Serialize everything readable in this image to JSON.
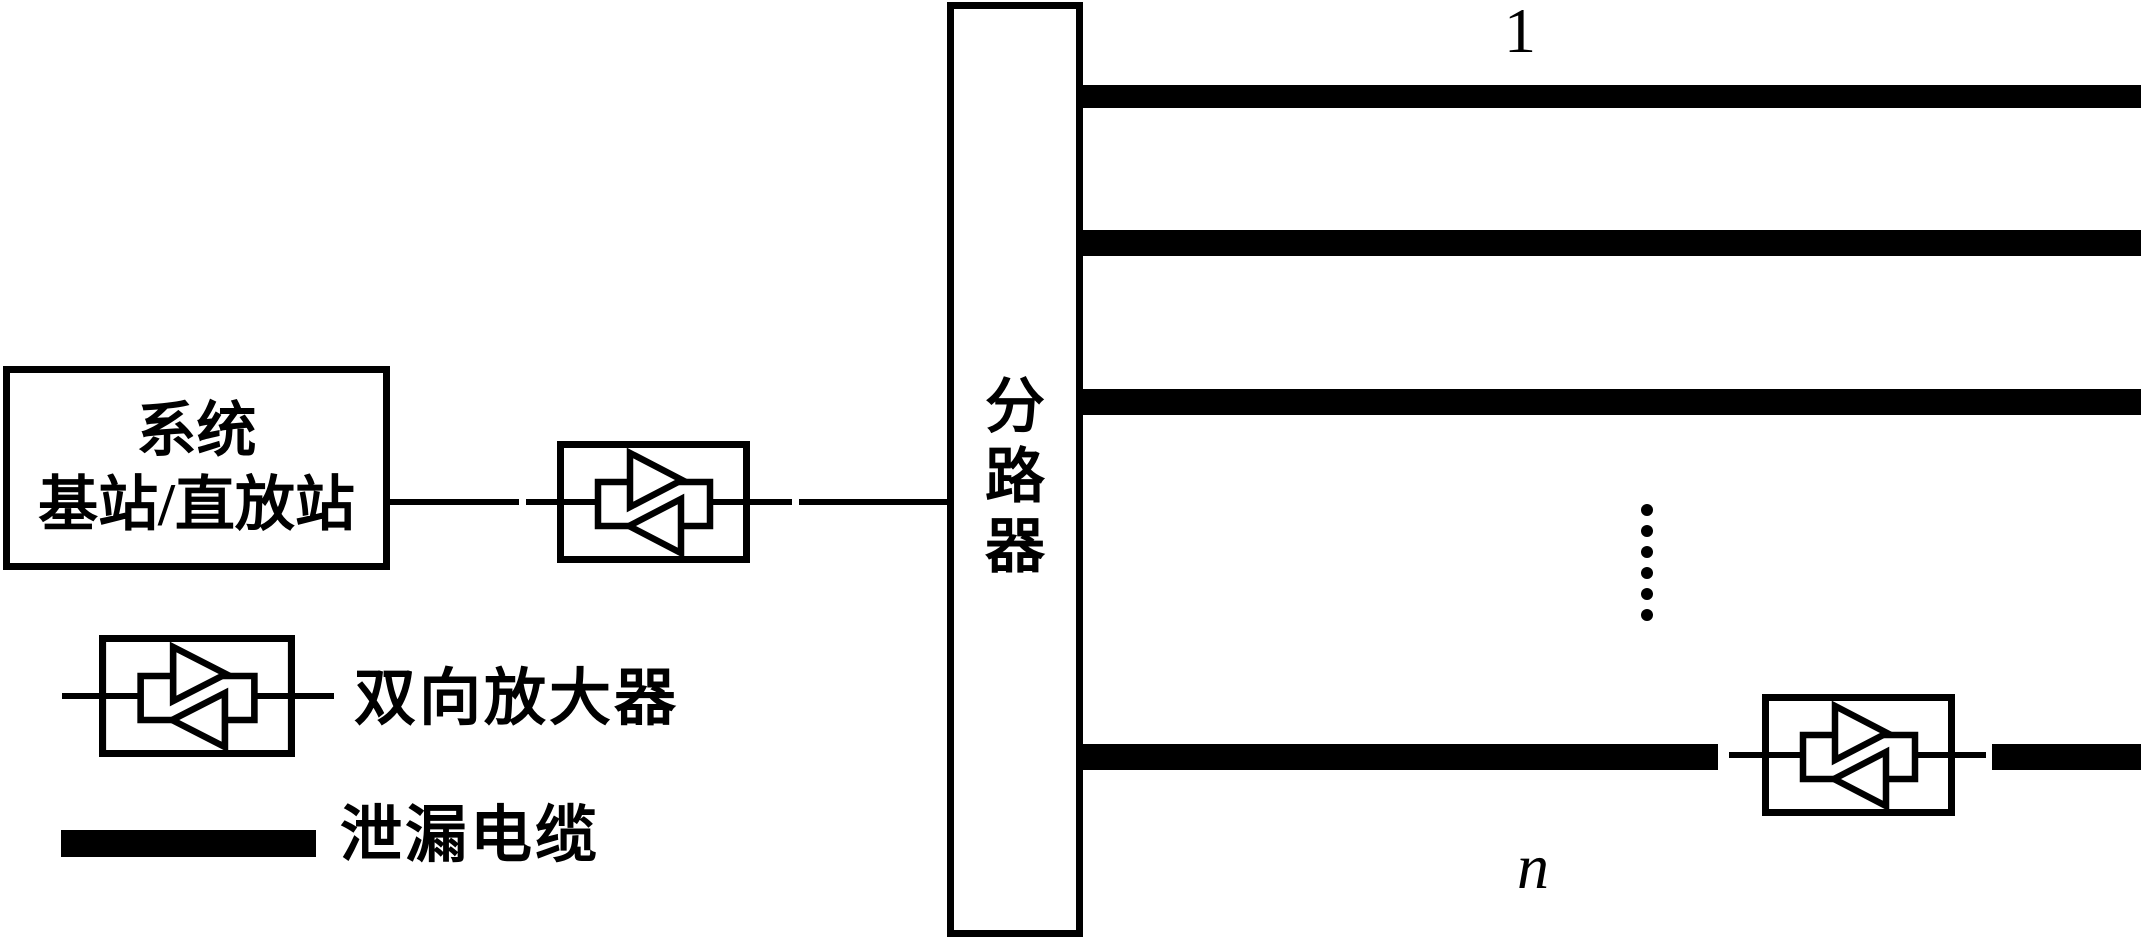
{
  "diagram": {
    "title_hint": "leaky-cable distribution system diagram",
    "base_station": {
      "line1": "系统",
      "line2": "基站/直放站"
    },
    "splitter": {
      "label": "分路器",
      "chars": [
        "分",
        "路",
        "器"
      ]
    },
    "cables": {
      "first_label": "1",
      "last_label": "n"
    },
    "legend": {
      "amplifier_label": "双向放大器",
      "cable_label": "泄漏电缆"
    },
    "colors": {
      "line": "#000000",
      "background": "#ffffff"
    }
  }
}
